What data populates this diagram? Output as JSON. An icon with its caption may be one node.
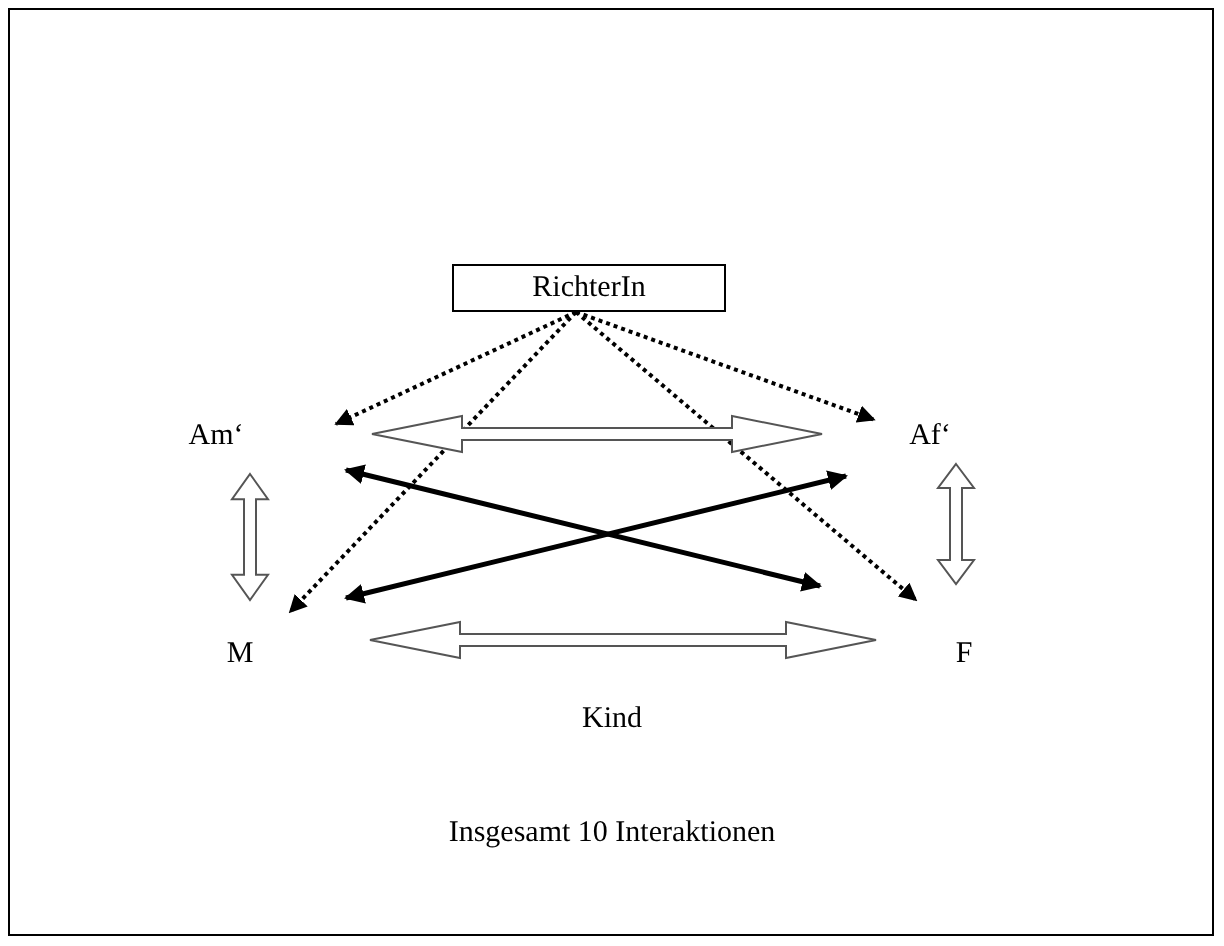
{
  "diagram": {
    "caption": "Insgesamt 10 Interaktionen",
    "nodes": [
      {
        "text": [
          "RichterIn"
        ]
      },
      {
        "text": [
          "Am‘"
        ]
      },
      {
        "text": [
          "Af‘"
        ]
      },
      {
        "text": [
          "M"
        ]
      },
      {
        "text": [
          "F"
        ]
      }
    ],
    "edges": [
      {
        "from": 0,
        "to": 1,
        "arrow": "to",
        "style": "dashed"
      },
      {
        "from": 0,
        "to": 3,
        "arrow": "to",
        "style": "dashed"
      },
      {
        "from": 0,
        "to": 4,
        "arrow": "to",
        "style": "dashed"
      },
      {
        "from": 0,
        "to": 2,
        "arrow": "to",
        "style": "dashed"
      },
      {
        "from": 1,
        "to": 2,
        "arrow": "both",
        "style": "thick"
      },
      {
        "from": 1,
        "to": 3,
        "arrow": "both",
        "style": "thick"
      },
      {
        "from": 2,
        "to": 4,
        "arrow": "both",
        "style": "thick"
      },
      {
        "from": 3,
        "to": 4,
        "arrow": "both",
        "style": "thick"
      },
      {
        "from": 1,
        "to": 4,
        "arrow": "both"
      },
      {
        "from": 2,
        "to": 3,
        "arrow": "both"
      }
    ],
    "labels": [
      "Kind"
    ]
  }
}
